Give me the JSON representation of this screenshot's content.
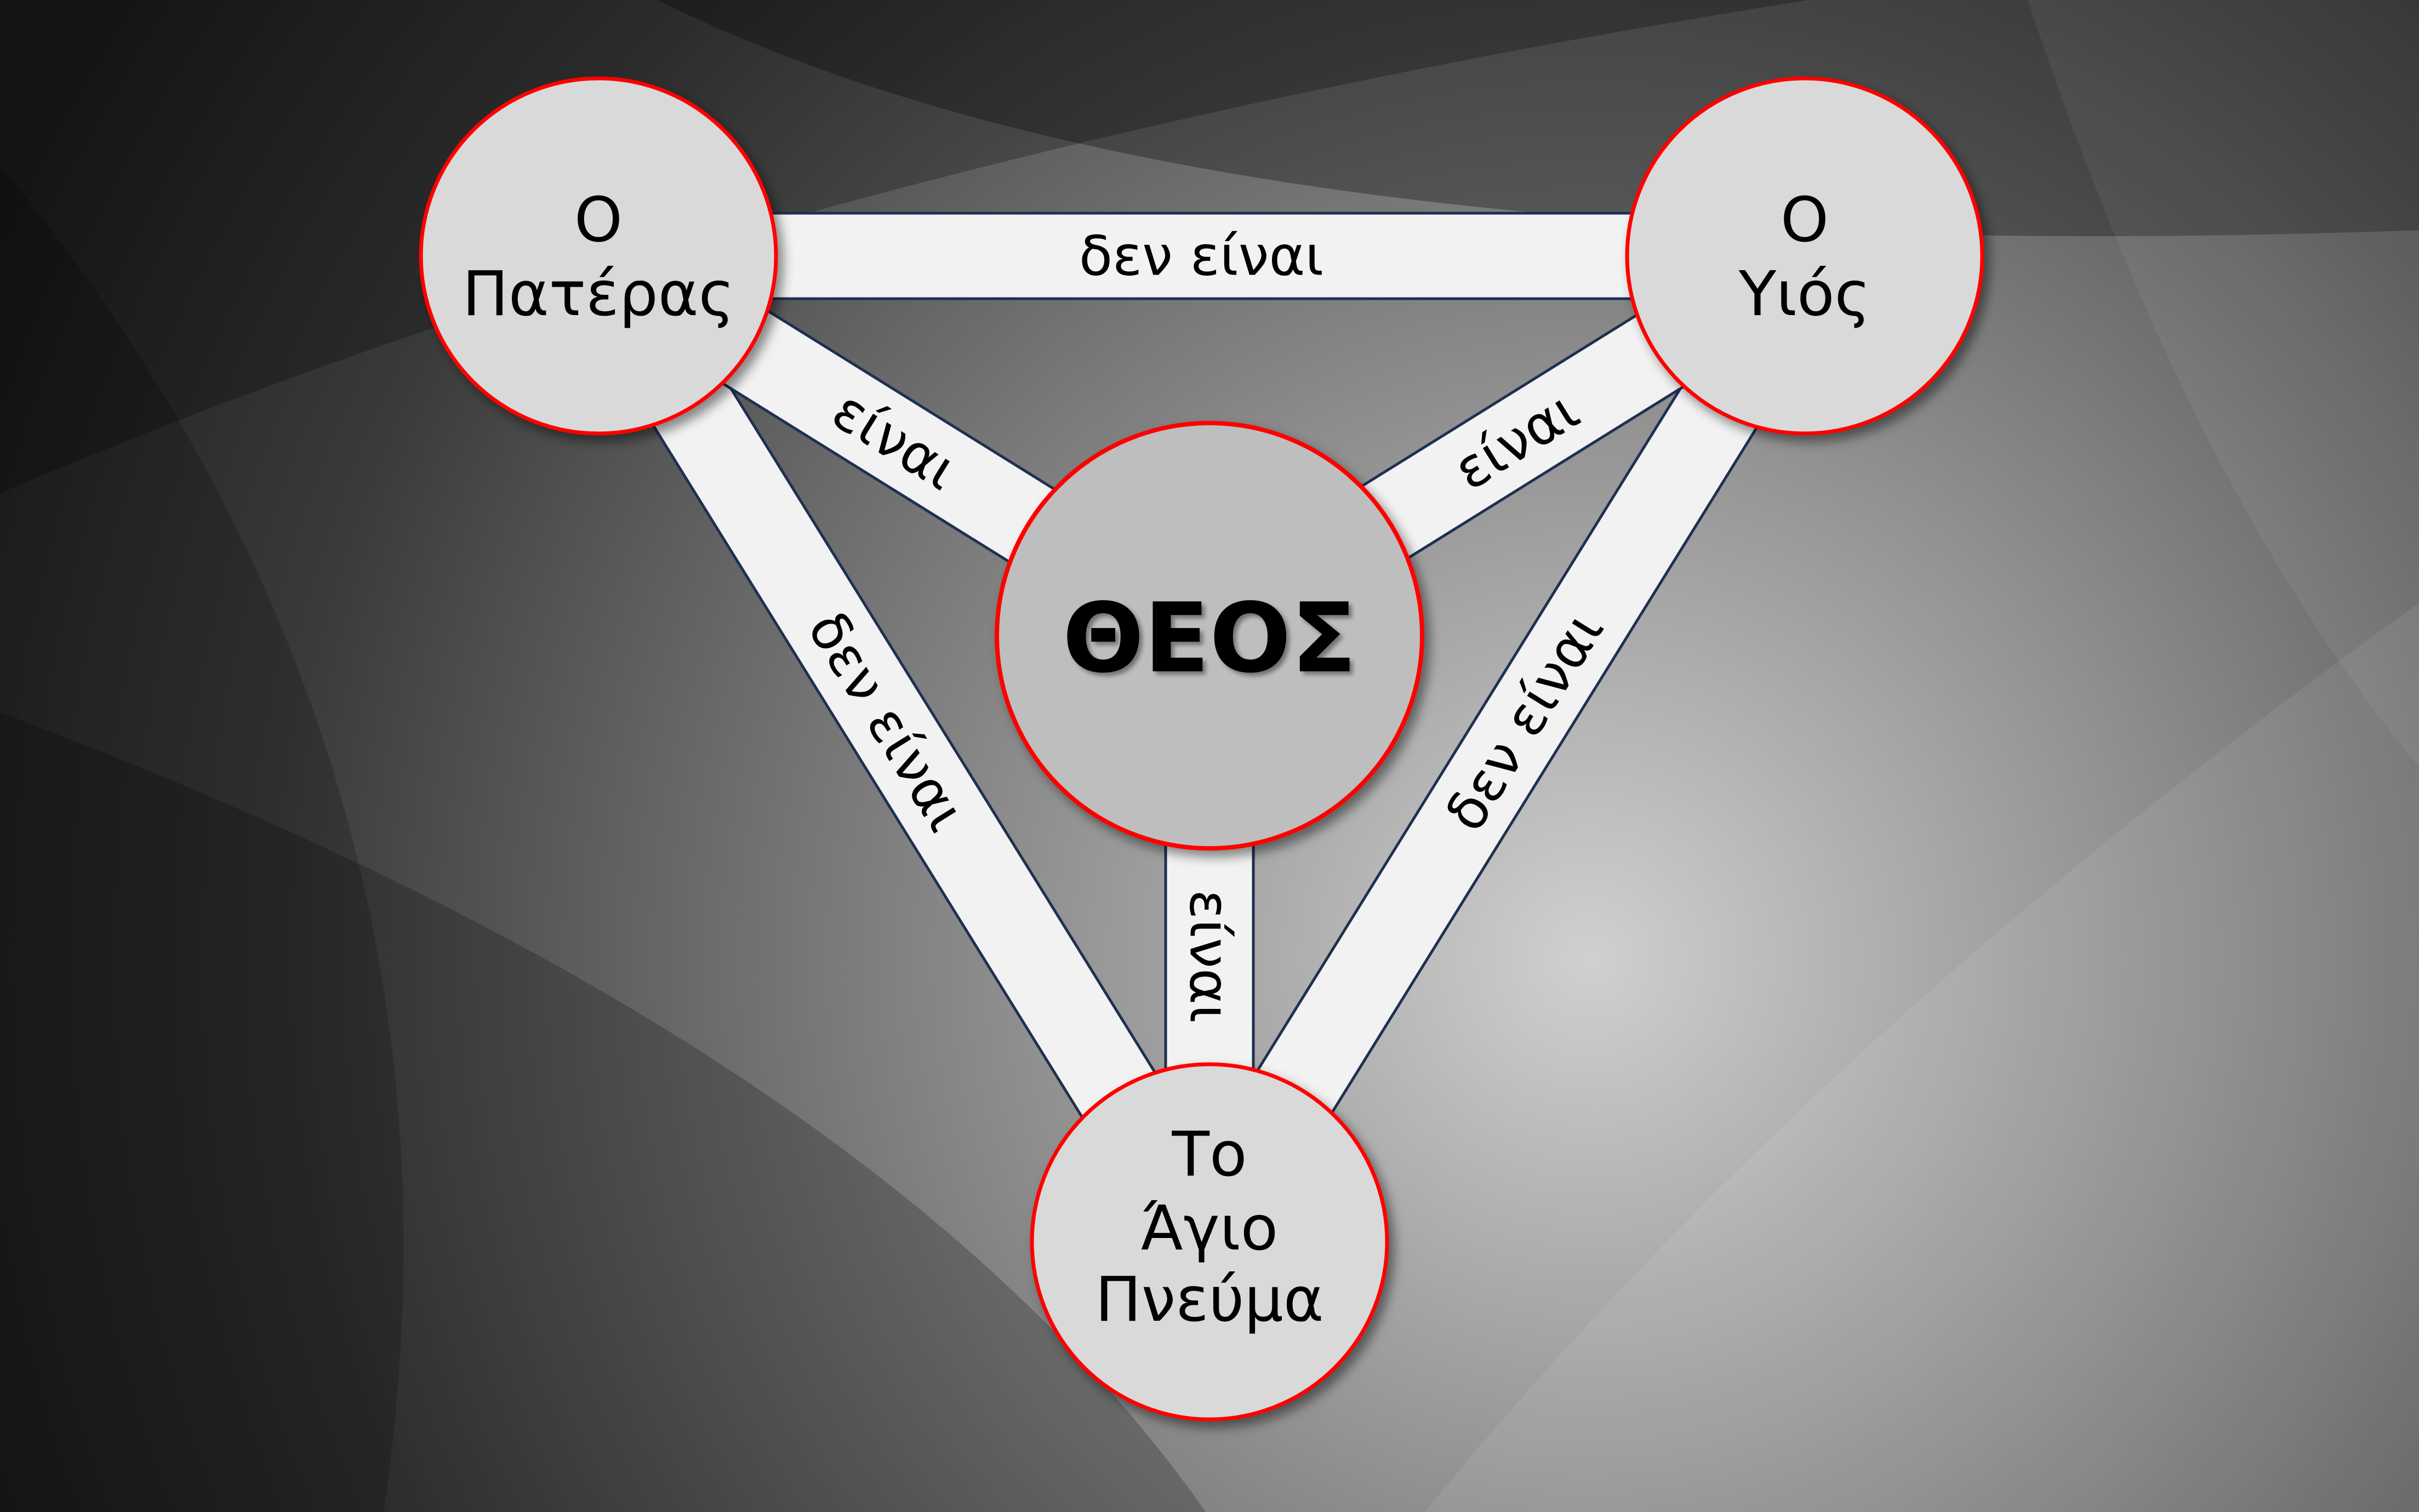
{
  "diagram": {
    "center": {
      "label": "ΘΕΟΣ"
    },
    "persons": {
      "father": {
        "line1": "Ο",
        "line2": "Πατέρας"
      },
      "son": {
        "line1": "Ο",
        "line2": "Υιός"
      },
      "spirit": {
        "line1": "Το",
        "line2": "Άγιο",
        "line3": "Πνεύμα"
      }
    },
    "links": {
      "father_son": "δεν είναι",
      "father_god": "είναι",
      "son_god": "είναι",
      "father_spirit": "δεν είναι",
      "son_spirit": "δεν είναι",
      "god_spirit": "είναι"
    },
    "colors": {
      "circle_border": "#ff0000",
      "center_fill": "#bebebe",
      "person_fill": "#d9d9d9",
      "bar_fill": "#f2f2f2",
      "bar_border": "#1f3050"
    }
  }
}
